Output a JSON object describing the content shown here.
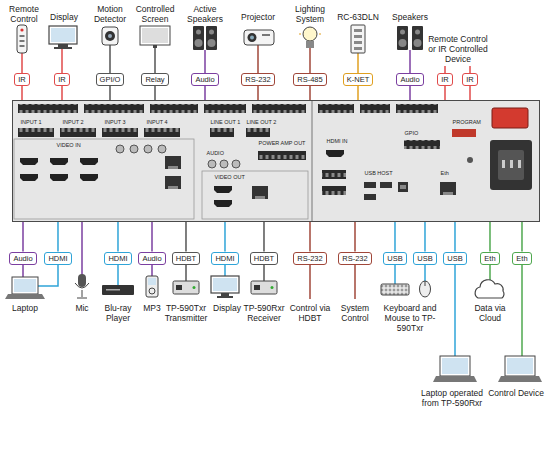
{
  "diagram": {
    "nodes": [
      {
        "text": [
          "IR"
        ]
      },
      {
        "text": [
          "IR"
        ]
      },
      {
        "text": [
          "GPI/O"
        ]
      },
      {
        "text": [
          "Relay"
        ]
      },
      {
        "text": [
          "Audio"
        ]
      },
      {
        "text": [
          "RS-232"
        ]
      },
      {
        "text": [
          "RS-485"
        ]
      },
      {
        "text": [
          "K-NET"
        ]
      },
      {
        "text": [
          "Audio"
        ]
      },
      {
        "text": [
          "IR"
        ]
      },
      {
        "text": [
          "IR"
        ]
      },
      {
        "text": [
          "INPUT 1",
          "INPUT 2",
          "INPUT 3",
          "INPUT 4",
          "VIDEO IN",
          "LINE OUT 1",
          "LINE OUT 2",
          "POWER AMP OUT",
          "AUDIO",
          "VIDEO OUT",
          "HDMI IN",
          "PROGRAM",
          "GPIO",
          "USB HOST",
          "Eth"
        ]
      },
      {
        "text": [
          "Audio"
        ]
      },
      {
        "text": [
          "HDMI"
        ]
      },
      {
        "text": [
          "HDMI"
        ]
      },
      {
        "text": [
          "Audio"
        ]
      },
      {
        "text": [
          "HDBT"
        ]
      },
      {
        "text": [
          "HDMI"
        ]
      },
      {
        "text": [
          "HDBT"
        ]
      },
      {
        "text": [
          "RS-232"
        ]
      },
      {
        "text": [
          "RS-232"
        ]
      },
      {
        "text": [
          "USB"
        ]
      },
      {
        "text": [
          "USB"
        ]
      },
      {
        "text": [
          "USB"
        ]
      },
      {
        "text": [
          "Eth"
        ]
      },
      {
        "text": [
          "Eth"
        ]
      }
    ],
    "edges": [
      {
        "from": 0,
        "to": 11,
        "arrow": "none"
      },
      {
        "from": 1,
        "to": 11,
        "arrow": "none"
      },
      {
        "from": 2,
        "to": 11,
        "arrow": "none"
      },
      {
        "from": 3,
        "to": 11,
        "arrow": "none"
      },
      {
        "from": 4,
        "to": 11,
        "arrow": "none"
      },
      {
        "from": 5,
        "to": 11,
        "arrow": "none"
      },
      {
        "from": 6,
        "to": 11,
        "arrow": "none"
      },
      {
        "from": 7,
        "to": 11,
        "arrow": "none"
      },
      {
        "from": 8,
        "to": 11,
        "arrow": "none"
      },
      {
        "from": 9,
        "to": 11,
        "arrow": "none"
      },
      {
        "from": 10,
        "to": 11,
        "arrow": "none"
      },
      {
        "from": 12,
        "to": 11,
        "arrow": "none"
      },
      {
        "from": 13,
        "to": 11,
        "arrow": "none"
      },
      {
        "from": 14,
        "to": 11,
        "arrow": "none"
      },
      {
        "from": 15,
        "to": 11,
        "arrow": "none"
      },
      {
        "from": 16,
        "to": 11,
        "arrow": "none"
      },
      {
        "from": 17,
        "to": 11,
        "arrow": "none"
      },
      {
        "from": 18,
        "to": 11,
        "arrow": "none"
      },
      {
        "from": 19,
        "to": 11,
        "arrow": "none"
      },
      {
        "from": 20,
        "to": 11,
        "arrow": "none"
      },
      {
        "from": 21,
        "to": 11,
        "arrow": "none"
      },
      {
        "from": 22,
        "to": 11,
        "arrow": "none"
      },
      {
        "from": 23,
        "to": 11,
        "arrow": "none"
      },
      {
        "from": 24,
        "to": 11,
        "arrow": "none"
      },
      {
        "from": 25,
        "to": 11,
        "arrow": "none"
      }
    ],
    "labels": [
      "Remote Control",
      "Display",
      "Motion Detector",
      "Controlled Screen",
      "Active Speakers",
      "Projector",
      "Lighting System",
      "RC-63DLN",
      "Speakers",
      "Remote Control or IR Controlled Device",
      "Laptop",
      "Mic",
      "Blu-ray Player",
      "MP3",
      "TP-590Txr Transmitter",
      "Display",
      "TP-590Rxr Receiver",
      "Control via HDBT",
      "System Control",
      "Keyboard and Mouse to TP-590Txr",
      "Data via Cloud",
      "Laptop operated from TP-590Rxr",
      "Control Device"
    ]
  }
}
